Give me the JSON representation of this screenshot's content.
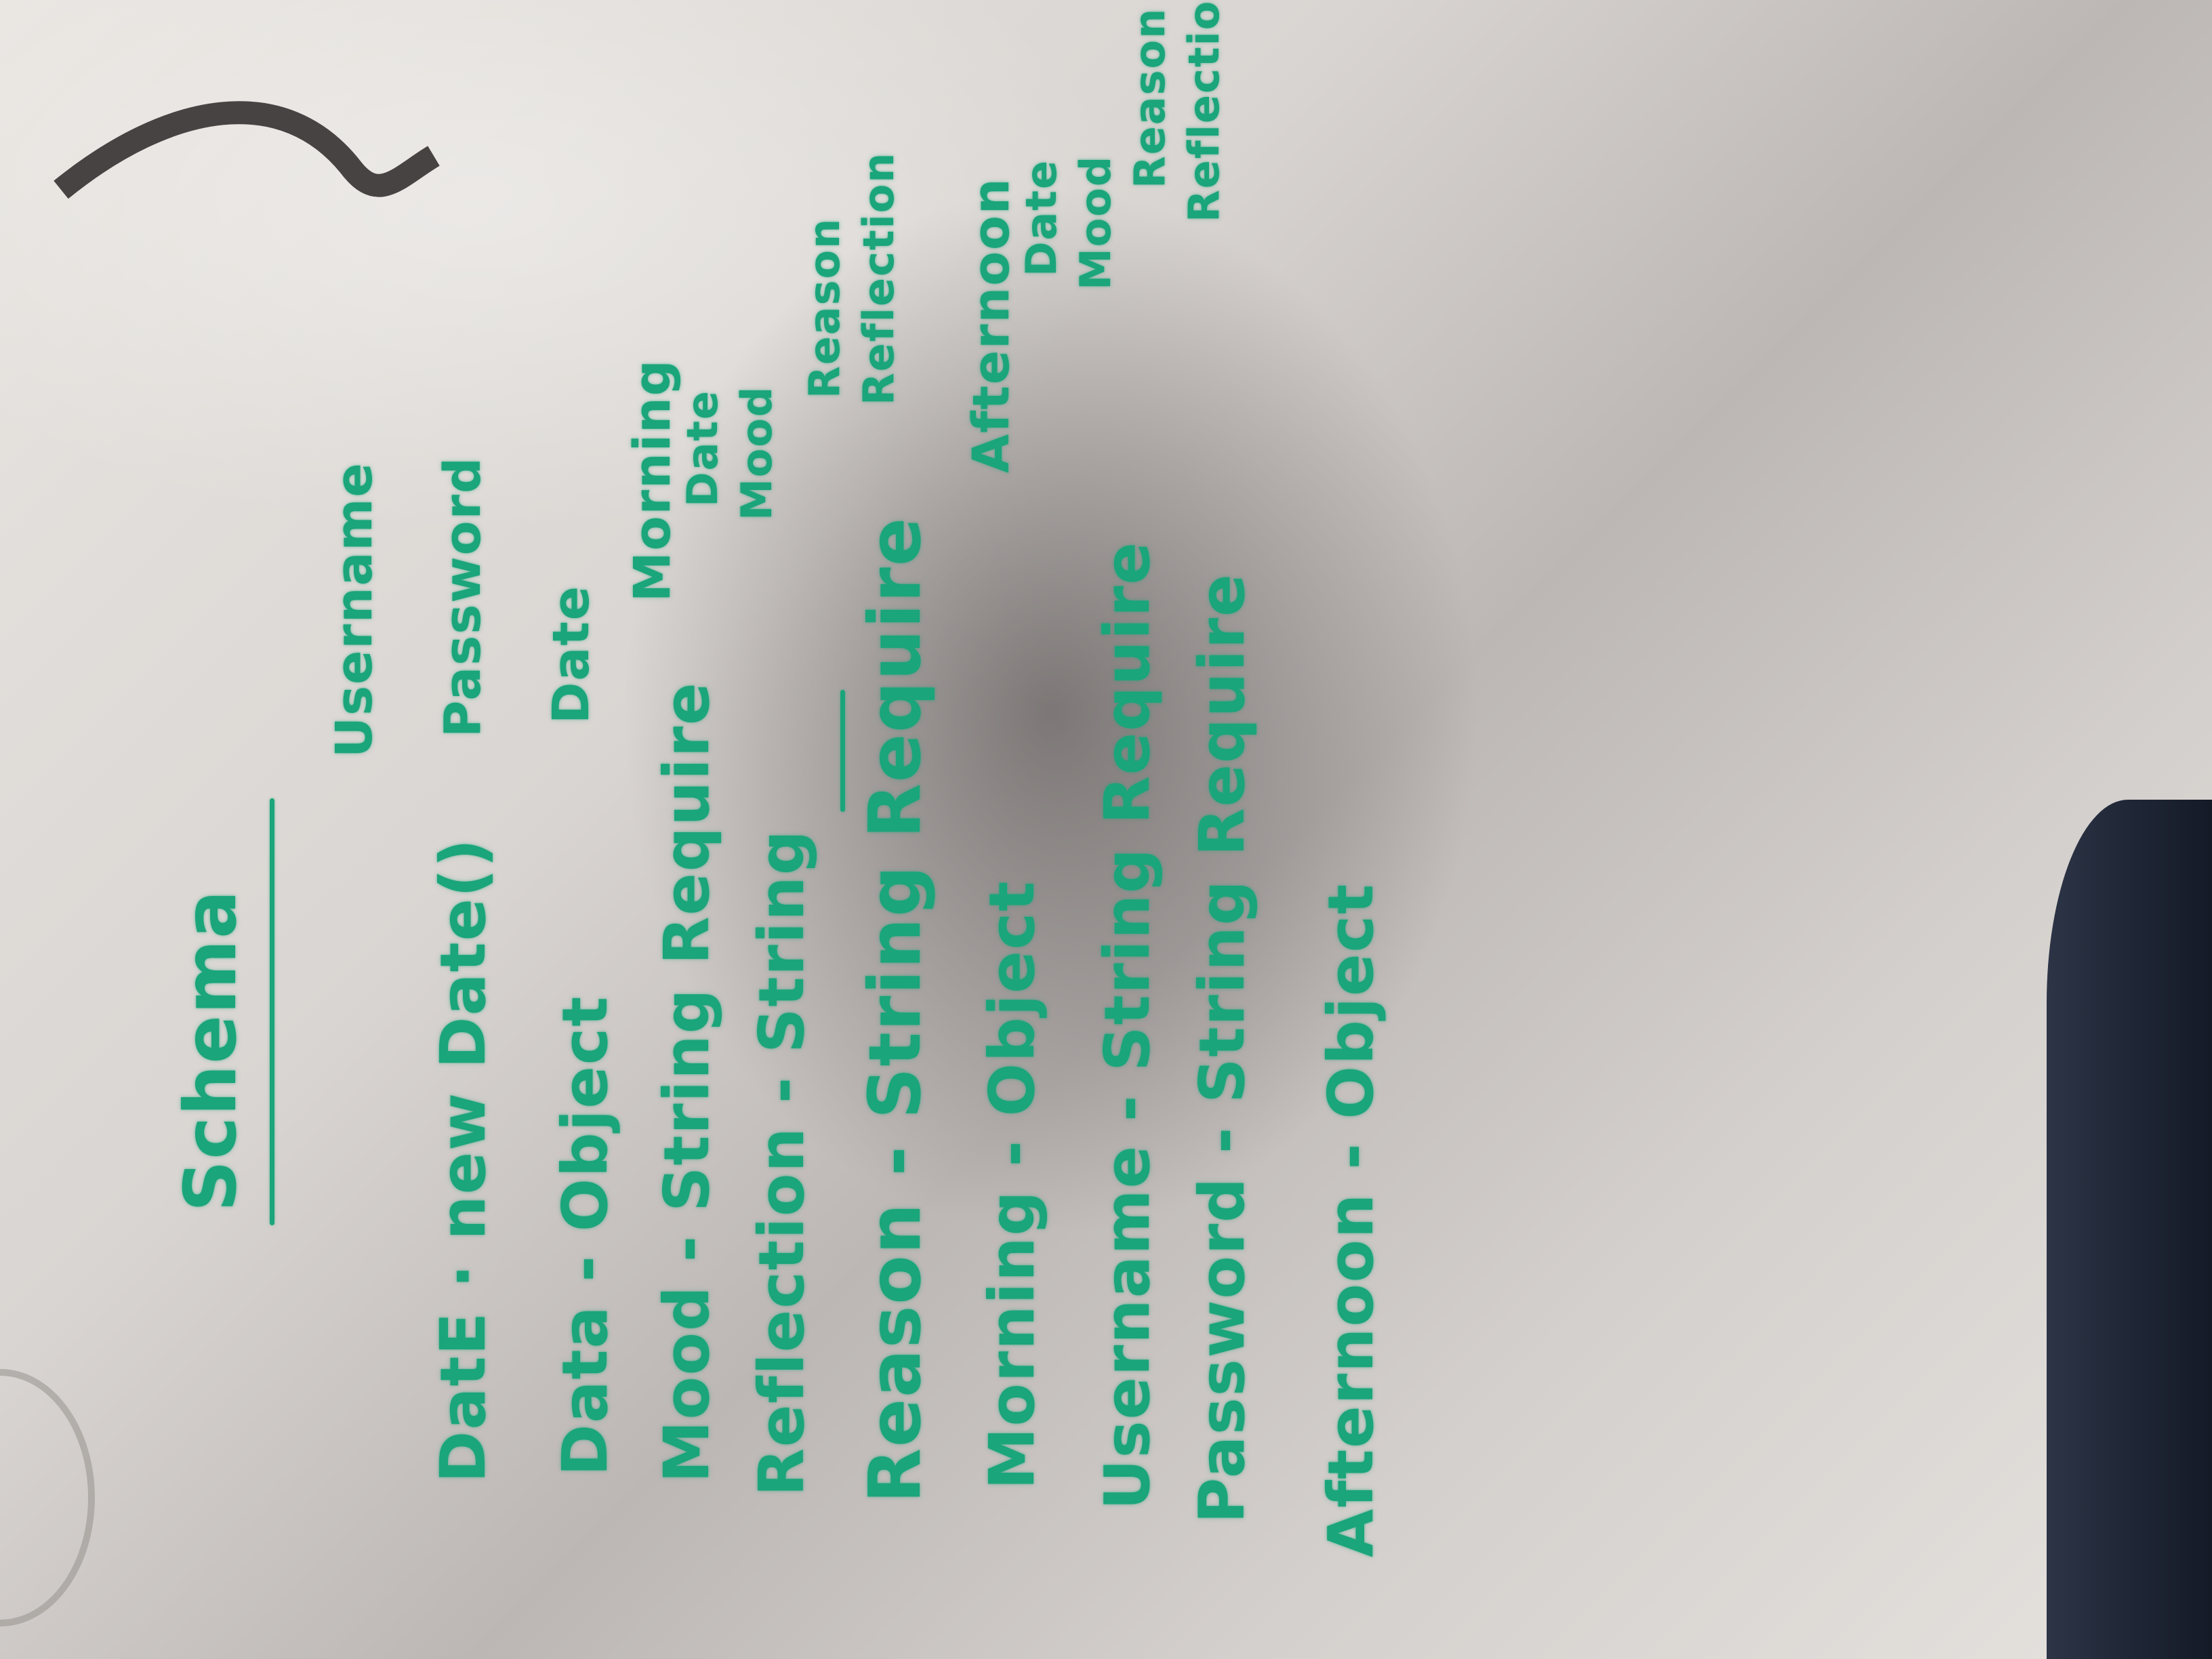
{
  "schema_title": "Schema",
  "schema_lines": [
    "DatE · new Date()",
    "Data - Object",
    "Mood - String Require",
    "Reflection - String",
    "Reason - String Require",
    "Morning - Object",
    "Username - String Require",
    "Password - String Require",
    "Afternoon - Object"
  ],
  "diagram": {
    "username": "Username",
    "password": "Password",
    "date": "Date",
    "morning": "Morning",
    "morning_date": "Date",
    "morning_mood": "Mood",
    "morning_reason": "Reason",
    "morning_reflection": "Reflection",
    "afternoon": "Afternoon",
    "afternoon_date": "Date",
    "afternoon_mood": "Mood",
    "afternoon_reason": "Reason",
    "afternoon_reflection": "Reflection"
  },
  "colors": {
    "marker": "#1aa57a",
    "board": "#e2deda",
    "fabric": "#1d2433"
  }
}
